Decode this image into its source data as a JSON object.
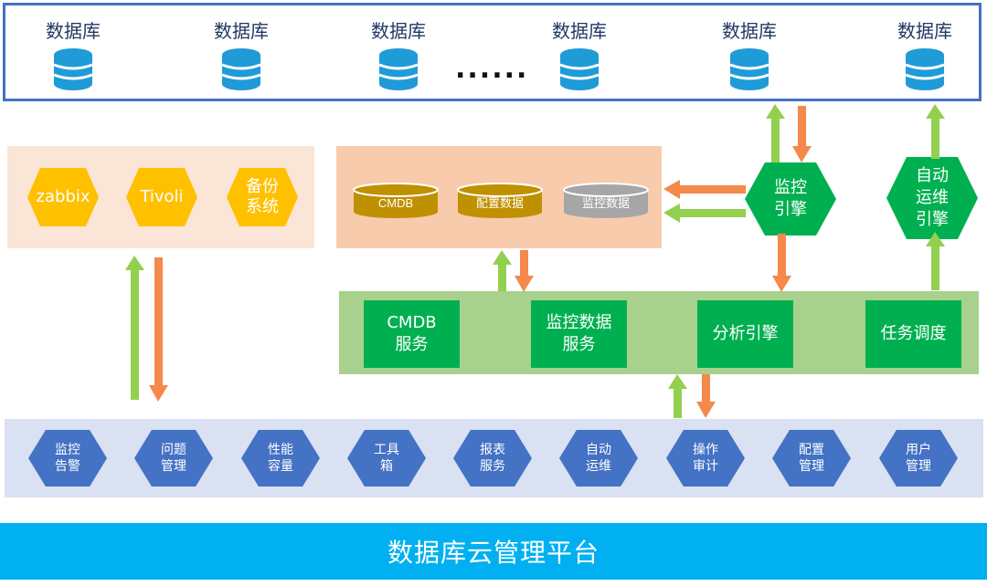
{
  "databases": {
    "items": [
      "数据库",
      "数据库",
      "数据库",
      "数据库",
      "数据库",
      "数据库"
    ],
    "ellipsis": "......"
  },
  "tools": [
    "zabbix",
    "Tivoli",
    "备份\n系统"
  ],
  "data_store": [
    "CMDB",
    "配置数据",
    "监控数据"
  ],
  "engines": {
    "monitor": "监控\n引擎",
    "auto_ops": "自动\n运维\n引擎"
  },
  "services": [
    "CMDB\n服务",
    "监控数据\n服务",
    "分析引擎",
    "任务调度"
  ],
  "apps": [
    "监控\n告警",
    "问题\n管理",
    "性能\n容量",
    "工具\n箱",
    "报表\n服务",
    "自动\n运维",
    "操作\n审计",
    "配置\n管理",
    "用户\n管理"
  ],
  "platform": "数据库云管理平台",
  "colors": {
    "db_blue": "#1f9bd8",
    "band_border": "#4472c4",
    "tool_hex": "#ffc000",
    "service_green": "#00b050",
    "app_hex": "#4472c4",
    "platform_bar": "#00b0f0",
    "arrow_green": "#92d050",
    "arrow_orange": "#f4894b"
  }
}
